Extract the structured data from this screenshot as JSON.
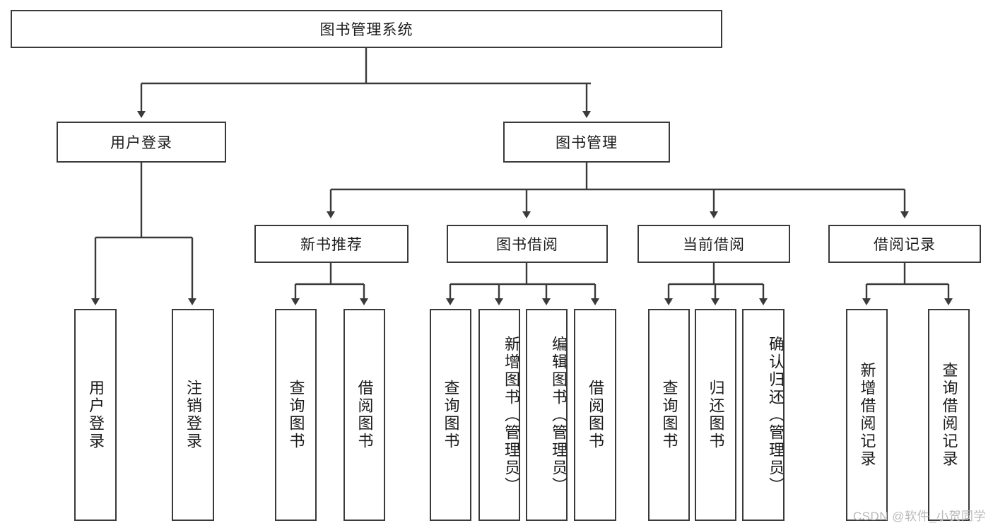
{
  "diagram": {
    "title": "图书管理系统",
    "type": "tree-hierarchy",
    "level2": {
      "user_login": "用户登录",
      "book_manage": "图书管理"
    },
    "level3": {
      "new_book_rec": "新书推荐",
      "book_borrow": "图书借阅",
      "current_borrow": "当前借阅",
      "borrow_record": "借阅记录"
    },
    "leaves": {
      "user_login_1": "用户登录",
      "user_login_2": "注销登录",
      "new_book_1": "查询图书",
      "new_book_2": "借阅图书",
      "borrow_1": "查询图书",
      "borrow_2": "新增图书（管理员）",
      "borrow_3": "编辑图书（管理员）",
      "borrow_4": "借阅图书",
      "current_1": "查询图书",
      "current_2": "归还图书",
      "current_3": "确认归还（管理员）",
      "record_1": "新增借阅记录",
      "record_2": "查询借阅记录"
    }
  },
  "watermark": "CSDN @软件_小贺同学",
  "colors": {
    "stroke": "#3a3a3a",
    "background": "#ffffff",
    "text": "#1b1b1b",
    "watermark": "#b9b9b9"
  }
}
